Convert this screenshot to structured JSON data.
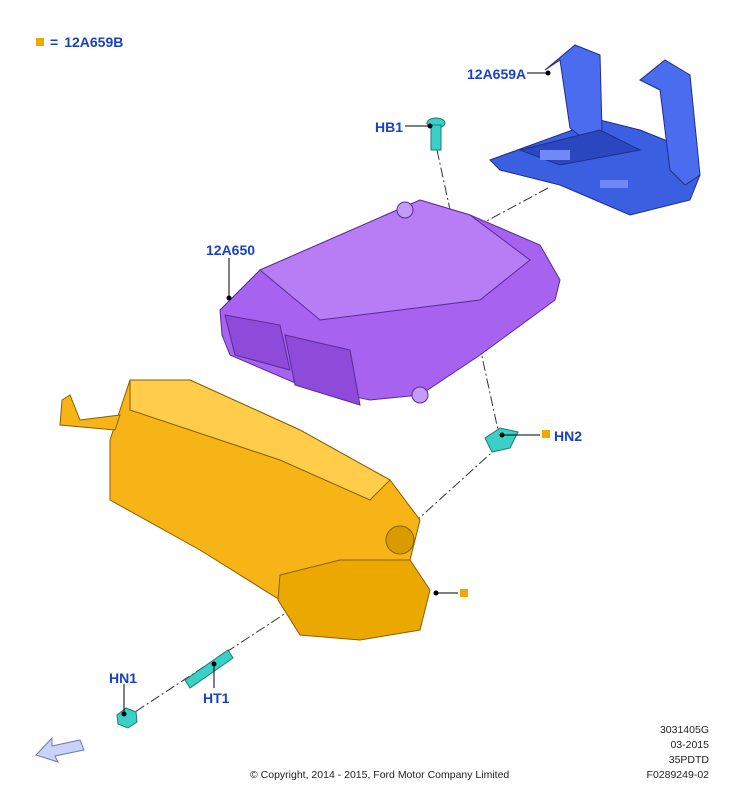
{
  "legend": {
    "equals": "=",
    "part": "12A659B",
    "marker_color": "#f2a800"
  },
  "callouts": {
    "bracket": "12A659A",
    "bolt_hb1": "HB1",
    "module": "12A650",
    "nut_hn2": "HN2",
    "nut_hn1": "HN1",
    "stud_ht1": "HT1"
  },
  "colors": {
    "bracket": "#3a5fe0",
    "module": "#a763f0",
    "housing": "#f6b416",
    "fastener": "#3ad0c8",
    "label": "#1a3fc8"
  },
  "footer": {
    "copyright": "© Copyright, 2014 - 2015, Ford Motor Company Limited",
    "code1": "3031405G",
    "date": "03-2015",
    "code2": "35PDTD",
    "code3": "F0289249-02"
  },
  "icons": {
    "direction": "front-arrow-icon"
  }
}
